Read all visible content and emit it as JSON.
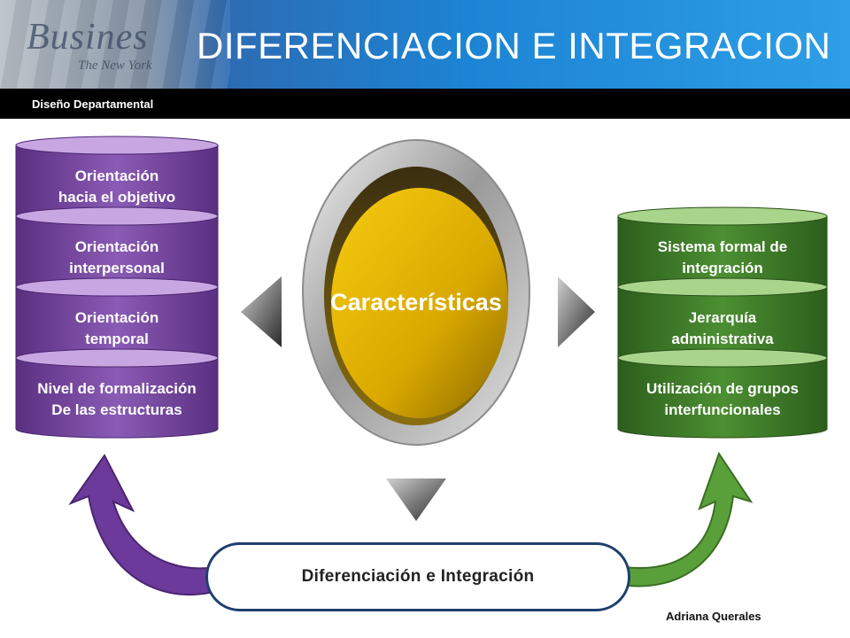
{
  "header": {
    "title": "DIFERENCIACION E INTEGRACION",
    "subtitle": "Diseño Departamental",
    "photo_word": "Busines",
    "photo_sub": "The New York"
  },
  "center": {
    "label": "Características"
  },
  "left_stack": [
    {
      "lines": [
        "Orientación",
        "hacia el objetivo"
      ]
    },
    {
      "lines": [
        "Orientación",
        "interpersonal"
      ]
    },
    {
      "lines": [
        "Orientación",
        "temporal"
      ]
    },
    {
      "lines": [
        "Nivel de formalización",
        "De las estructuras"
      ]
    }
  ],
  "right_stack": [
    {
      "lines": [
        "Sistema formal de",
        "integración"
      ]
    },
    {
      "lines": [
        "Jerarquía",
        "administrativa"
      ]
    },
    {
      "lines": [
        "Utilización de grupos",
        "interfuncionales"
      ]
    }
  ],
  "bottom": {
    "label": "Diferenciación e Integración"
  },
  "footer": {
    "author": "Adriana Querales"
  },
  "colors": {
    "header_blue": "#1c84d4",
    "purple": "#7a4aa0",
    "green": "#3c7a2a",
    "gold": "#f2c200",
    "outline_blue": "#1f3f6e"
  }
}
